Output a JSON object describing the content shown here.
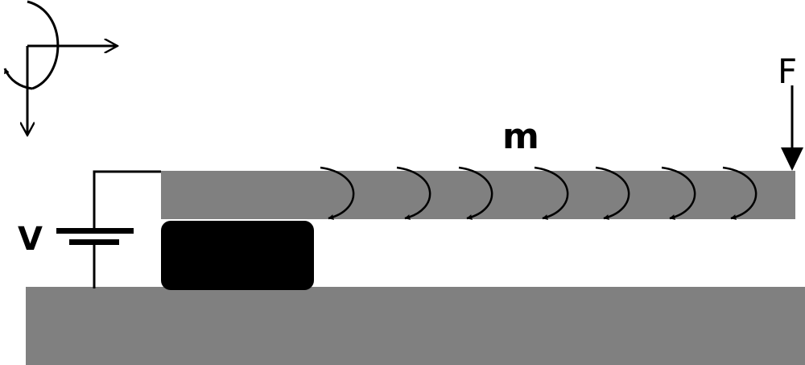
{
  "labels": {
    "voltage": "V",
    "moment": "m",
    "force": "F"
  },
  "colors": {
    "background": "#ffffff",
    "beam": "#808080",
    "substrate": "#808080",
    "actuator": "#000000",
    "stroke": "#000000"
  },
  "icons": {
    "axes": "coordinate-axes-icon",
    "battery": "battery-symbol-icon",
    "moment_arrow": "curved-arrow-icon",
    "force_arrow": "down-arrow-icon"
  },
  "moment_arrow_count": 7
}
